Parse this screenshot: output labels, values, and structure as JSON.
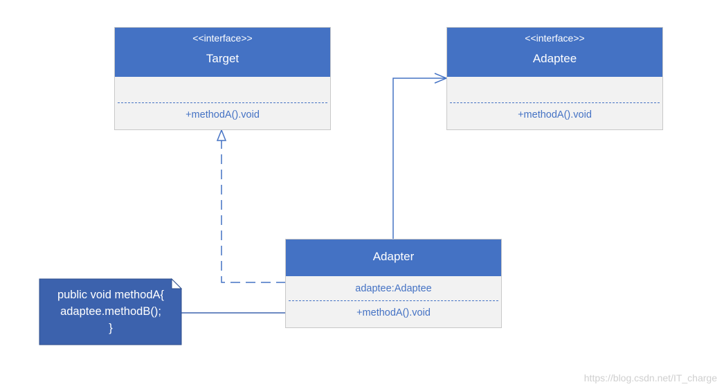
{
  "classes": {
    "target": {
      "stereotype": "<<interface>>",
      "name": "Target",
      "method": "+methodA().void"
    },
    "adaptee": {
      "stereotype": "<<interface>>",
      "name": "Adaptee",
      "method": "+methodA().void"
    },
    "adapter": {
      "name": "Adapter",
      "field": "adaptee:Adaptee",
      "method": "+methodA().void"
    }
  },
  "note": {
    "lines": [
      "public void methodA{",
      "adaptee.methodB();",
      "}"
    ]
  },
  "watermark": "https://blog.csdn.net/IT_charge",
  "colors": {
    "header": "#4472c4",
    "body": "#f2f2f2",
    "note": "#3c62ad",
    "line": "#4472c4"
  }
}
